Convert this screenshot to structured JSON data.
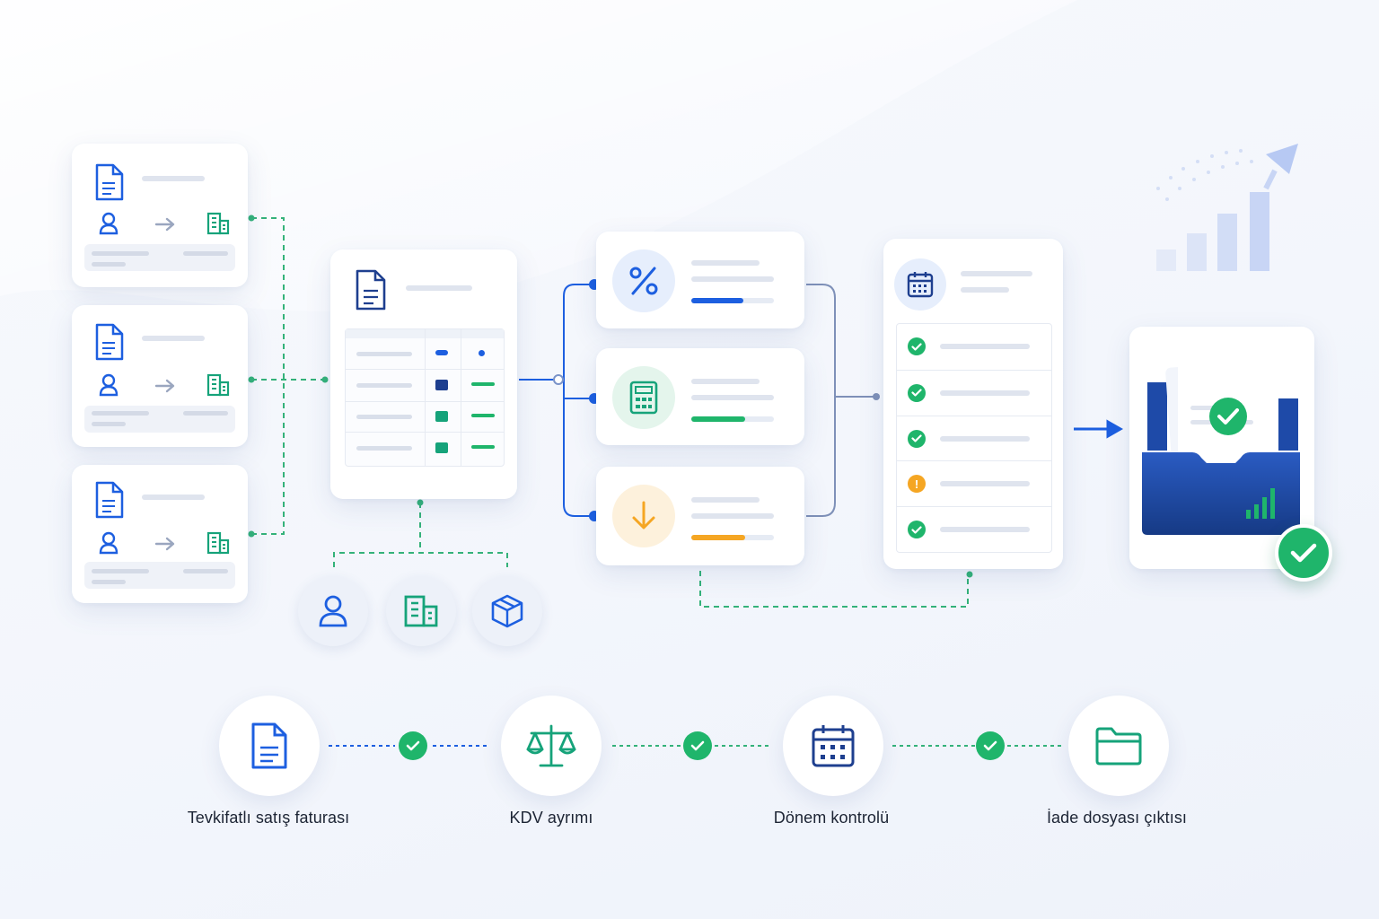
{
  "steps": [
    {
      "label": "Tevkifatlı satış faturası",
      "icon": "document-icon"
    },
    {
      "label": "KDV ayrımı",
      "icon": "scale-icon"
    },
    {
      "label": "Dönem kontrolü",
      "icon": "calendar-icon"
    },
    {
      "label": "İade dosyası çıktısı",
      "icon": "folder-icon"
    }
  ],
  "colors": {
    "blue": "#1d5fe0",
    "navy": "#1e3f8f",
    "green": "#1fb56b",
    "orange": "#f5a623",
    "teal": "#16a37a"
  },
  "checklist": [
    "complete",
    "complete",
    "complete",
    "warning",
    "complete"
  ],
  "entities": [
    "user-icon",
    "building-icon",
    "package-icon"
  ],
  "tax_items": [
    "percent-icon",
    "calculator-icon",
    "arrow-down-icon"
  ]
}
